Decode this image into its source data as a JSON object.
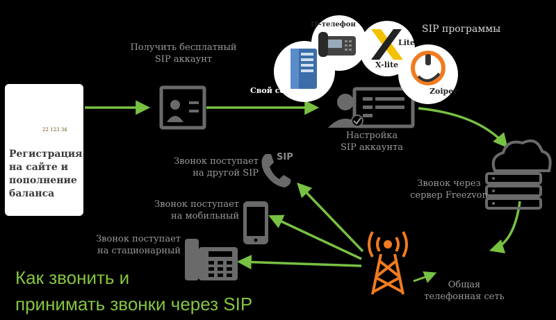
{
  "registration": {
    "lines": [
      "Регистрация",
      "на сайте и",
      "пополнение",
      "баланса"
    ],
    "card_digits": "22 123 34"
  },
  "get_account": {
    "lines": [
      "Получить бесплатный",
      "SIP аккаунт"
    ]
  },
  "own_server": "Свой сервер",
  "ip_phone": "IP-телефон",
  "xlite": {
    "logo_text": "Lite",
    "caption": "X-lite"
  },
  "zoiper": "Zoiper",
  "sip_programs": "SIP программы",
  "setup": {
    "lines": [
      "Настройка",
      "SIP аккаунта"
    ]
  },
  "via_server": {
    "lines": [
      "Звонок через",
      "сервер Freezvon"
    ]
  },
  "network": {
    "lines": [
      "Общая",
      "телефонная сеть"
    ]
  },
  "to_sip": {
    "lines": [
      "Звонок поступает",
      "на другой SIP"
    ],
    "badge": "SIP"
  },
  "to_mobile": {
    "lines": [
      "Звонок поступает",
      "на мобильный"
    ]
  },
  "to_landline": {
    "lines": [
      "Звонок поступает",
      "на стационарный"
    ]
  },
  "headline": {
    "lines": [
      "Как звонить и",
      "принимать звонки через SIP"
    ]
  },
  "colors": {
    "arrow": "#78c143",
    "icon_gray": "#6a6a6a",
    "tower": "#f07b20",
    "headline": "#86c441"
  }
}
